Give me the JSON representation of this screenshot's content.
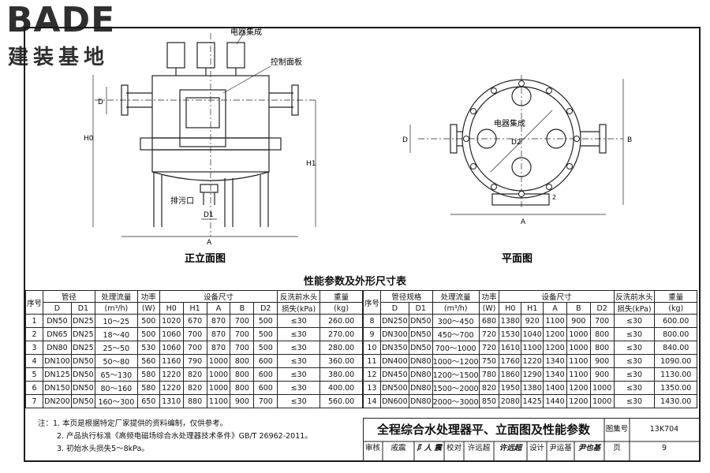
{
  "logo": {
    "brand": "BADE",
    "subtitle": "建装基地"
  },
  "front_view": {
    "title": "正立面图",
    "labels": {
      "electrical": "电器集成",
      "control_panel": "控制面板",
      "drain": "排污口",
      "D": "D",
      "H0": "H0",
      "H1": "H1",
      "D1": "D1",
      "A": "A"
    }
  },
  "plan_view": {
    "title": "平面图",
    "labels": {
      "electrical": "电器集成",
      "D": "D",
      "D2": "D2",
      "B": "B",
      "A": "A",
      "num": "2"
    }
  },
  "table": {
    "title": "性能参数及外形尺寸表",
    "header": {
      "seq": "序号",
      "pipe": "管径",
      "pipe_spec": "管径规格",
      "flow": "处理流量",
      "flow_unit": "(m³/h)",
      "power": "功率",
      "power_unit": "(W)",
      "size": "设备尺寸",
      "backwash": "反洗前水头",
      "backwash_unit": "损失(kPa)",
      "weight": "重量",
      "weight_unit": "(kg)",
      "D": "D",
      "D1": "D1",
      "H0": "H0",
      "H1": "H1",
      "A": "A",
      "B": "B",
      "D2": "D2"
    },
    "left_rows": [
      [
        "1",
        "DN50",
        "DN25",
        "10～25",
        "500",
        "1020",
        "670",
        "870",
        "700",
        "500",
        "≤30",
        "260.00"
      ],
      [
        "2",
        "DN65",
        "DN25",
        "18～40",
        "500",
        "1060",
        "700",
        "870",
        "700",
        "500",
        "≤30",
        "270.00"
      ],
      [
        "3",
        "DN80",
        "DN25",
        "25～50",
        "530",
        "1060",
        "700",
        "870",
        "700",
        "500",
        "≤30",
        "280.00"
      ],
      [
        "4",
        "DN100",
        "DN50",
        "50～80",
        "560",
        "1160",
        "790",
        "1000",
        "800",
        "600",
        "≤30",
        "360.00"
      ],
      [
        "5",
        "DN125",
        "DN50",
        "65～130",
        "580",
        "1220",
        "820",
        "1000",
        "800",
        "600",
        "≤30",
        "380.00"
      ],
      [
        "6",
        "DN150",
        "DN50",
        "80～160",
        "580",
        "1220",
        "820",
        "1000",
        "800",
        "600",
        "≤30",
        "400.00"
      ],
      [
        "7",
        "DN200",
        "DN50",
        "160～300",
        "650",
        "1310",
        "880",
        "1100",
        "900",
        "700",
        "≤30",
        "560.00"
      ]
    ],
    "right_rows": [
      [
        "8",
        "DN250",
        "DN50",
        "300～450",
        "680",
        "1380",
        "920",
        "1100",
        "900",
        "700",
        "≤30",
        "600.00"
      ],
      [
        "9",
        "DN300",
        "DN50",
        "450～700",
        "720",
        "1530",
        "1040",
        "1200",
        "1000",
        "800",
        "≤30",
        "800.00"
      ],
      [
        "10",
        "DN350",
        "DN50",
        "700～1000",
        "720",
        "1610",
        "1100",
        "1200",
        "1000",
        "800",
        "≤30",
        "840.00"
      ],
      [
        "11",
        "DN400",
        "DN80",
        "1000～1200",
        "750",
        "1760",
        "1220",
        "1340",
        "1100",
        "900",
        "≤30",
        "1090.00"
      ],
      [
        "12",
        "DN450",
        "DN80",
        "1200～1500",
        "780",
        "1860",
        "1290",
        "1340",
        "1100",
        "900",
        "≤30",
        "1130.00"
      ],
      [
        "13",
        "DN500",
        "DN80",
        "1500～2000",
        "820",
        "1950",
        "1380",
        "1400",
        "1200",
        "1000",
        "≤30",
        "1350.00"
      ],
      [
        "14",
        "DN600",
        "DN80",
        "2000～3000",
        "850",
        "2080",
        "1425",
        "1440",
        "1200",
        "1000",
        "≤30",
        "1430.00"
      ]
    ]
  },
  "notes": {
    "label": "注：",
    "items": [
      "1. 本页是根据特定厂家提供的资料编制，仅供参考。",
      "2. 产品执行标准《高频电磁场综合水处理器技术条件》GB/T 26962-2011。",
      "3. 初始水头损失5～8kPa。"
    ]
  },
  "title_block": {
    "title": "全程综合水处理器平、立面图及性能参数",
    "atlas_label": "图集号",
    "atlas_no": "13K704",
    "review_label": "审核",
    "reviewer": "戚震",
    "reviewer_sig": "阝人 震",
    "check_label": "校对",
    "checker": "许远超",
    "checker_sig": "许远超",
    "design_label": "设计",
    "designer": "尹运基",
    "designer_sig": "尹也基",
    "page_label": "页",
    "page_no": "9"
  }
}
